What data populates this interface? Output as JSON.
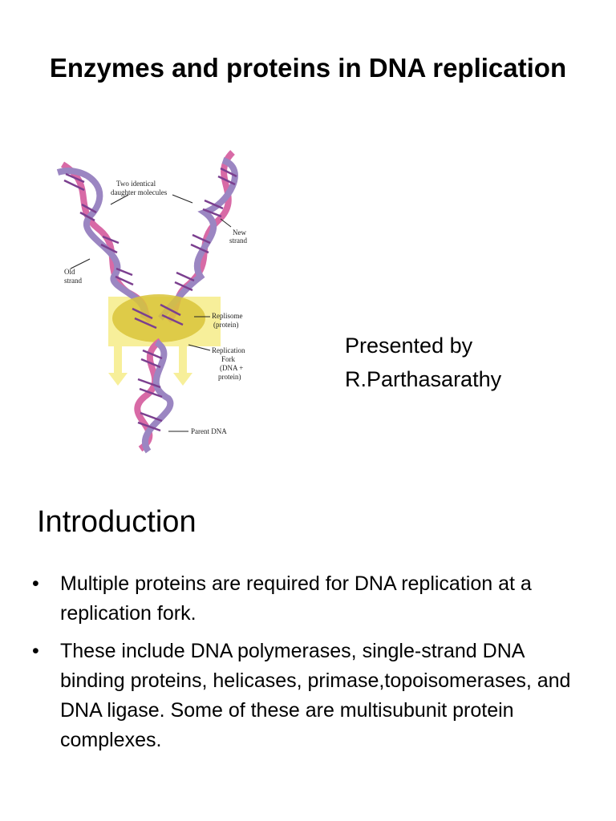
{
  "slide1": {
    "title": "Enzymes and proteins in DNA replication",
    "presenter_line1": "Presented by",
    "presenter_line2": "R.Parthasarathy",
    "figure_labels": {
      "daughter_line1": "Two identical",
      "daughter_line2": "daughter molecules",
      "new_line1": "New",
      "new_line2": "strand",
      "old_line1": "Old",
      "old_line2": "strand",
      "replisome_line1": "Replisome",
      "replisome_line2": "(protein)",
      "fork_line1": "Replication",
      "fork_line2": "Fork",
      "fork_line3": "(DNA +",
      "fork_line4": "protein)",
      "parent": "Parent DNA"
    }
  },
  "slide2": {
    "heading": "Introduction",
    "bullet_char": "•",
    "bullets": [
      "Multiple proteins are required for DNA replication at a replication fork.",
      "These include DNA polymerases, single-strand DNA binding proteins, helicases, primase,topoisomerases, and DNA ligase. Some of these are multisubunit protein complexes."
    ]
  },
  "colors": {
    "strand_old": "#d86aa6",
    "strand_new": "#9b86c2",
    "rung": "#7b3f8f",
    "replisome": "#d9c43a",
    "replisome_box": "#f7ef9a"
  }
}
